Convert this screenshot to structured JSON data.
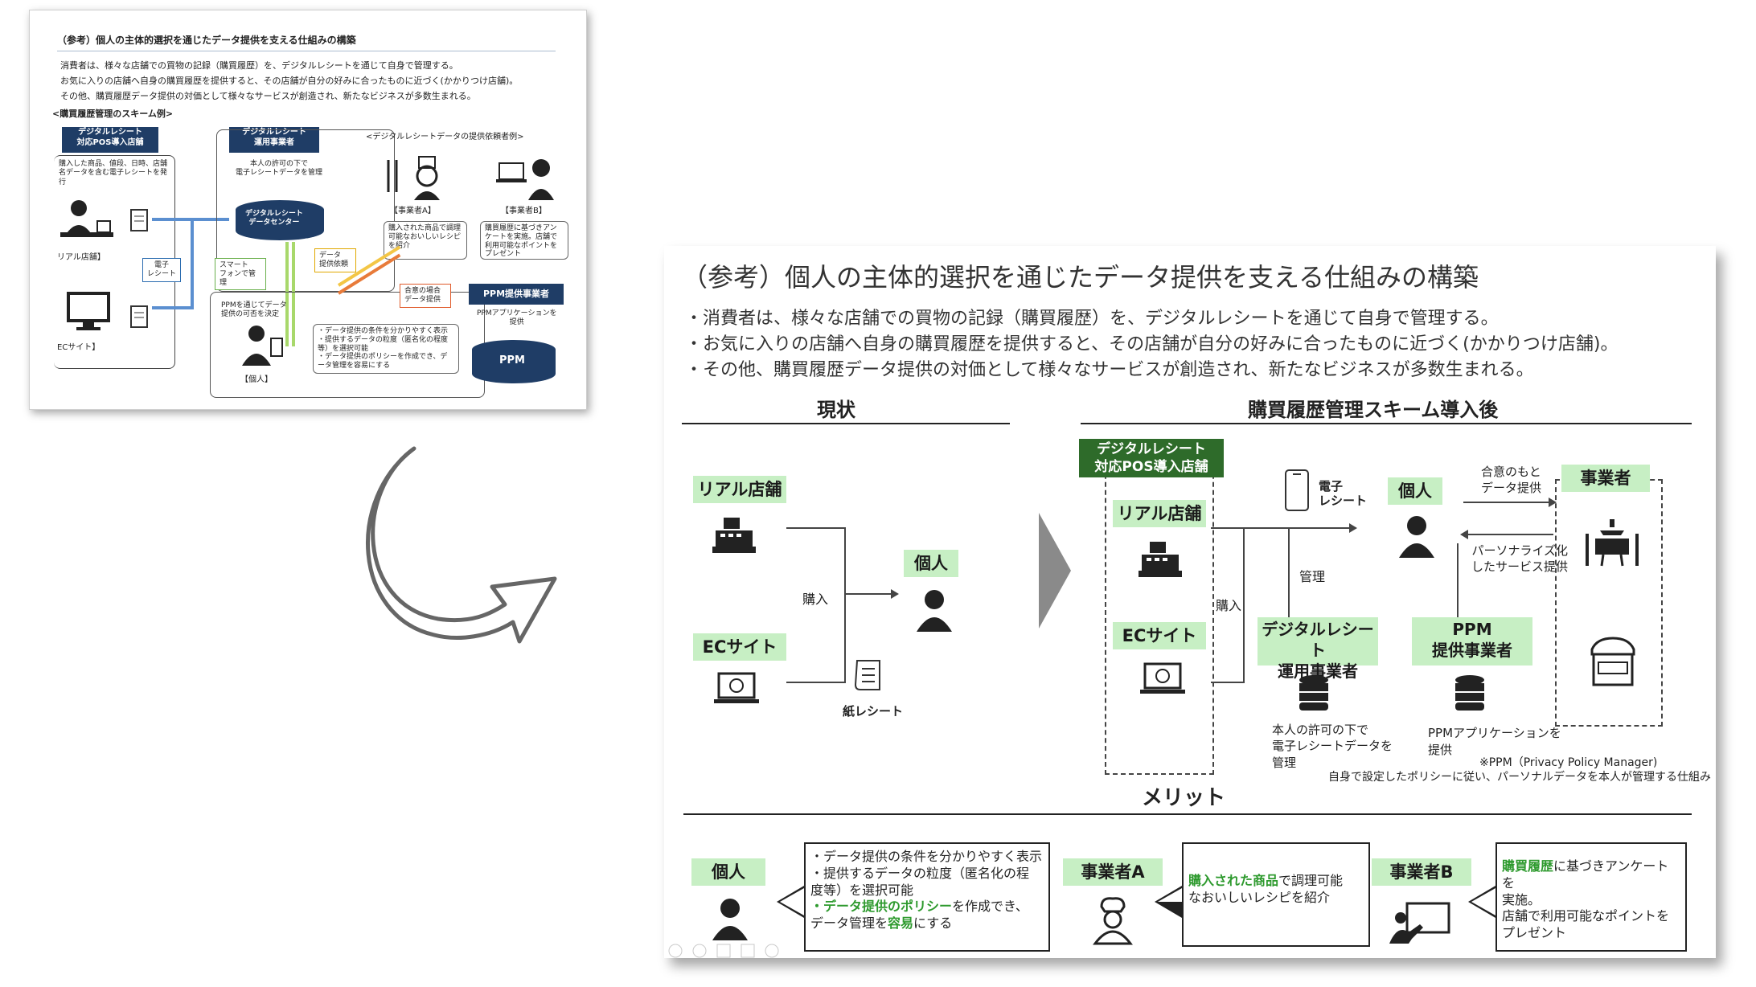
{
  "thumbnail": {
    "title": "（参考）個人の主体的選択を通じたデータ提供を支える仕組みの構築",
    "bullets": [
      "消費者は、様々な店舗での買物の記録（購買履歴）を、デジタルレシートを通じて自身で管理する。",
      "お気に入りの店舗へ自身の購買履歴を提供すると、その店舗が自分の好みに合ったものに近づく(かかりつけ店舗)。",
      "その他、購買履歴データ提供の対価として様々なサービスが創造され、新たなビジネスが多数生まれる。"
    ],
    "scheme_label": "<購買履歴管理のスキーム例>",
    "pos_store": "デジタルレシート\n対応POS導入店舗",
    "pos_desc": "購入した商品、値段、日時、店舗名データを含む電子レシートを発行",
    "operator": "デジタルレシート\n運用事業者",
    "operator_desc": "本人の許可の下で\n電子レシートデータを管理",
    "datacenter": "デジタルレシート\nデータセンター",
    "request_example": "<デジタルレシートデータの提供依頼者例>",
    "company_a": "【事業者A】",
    "company_b": "【事業者B】",
    "company_a_desc": "購入された商品で調理可能なおいしいレシピを紹介",
    "company_b_desc": "購買履歴に基づきアンケートを実施。店舗で利用可能なポイントをプレゼント",
    "real_store": "リアル店舗】",
    "ec_site": "ECサイト】",
    "e_receipt": "電子\nレシート",
    "smartphone": "スマート\nフォンで管理",
    "data_request": "データ\n提供依頼",
    "consent": "合意の場合\nデータ提供",
    "ppm_operator": "PPM提供事業者",
    "ppm_app": "PPMアプリケーションを\n提供",
    "ppm": "PPM",
    "ppm_desc": "PPMを通じてデータ提供の可否を決定",
    "individual": "【個人】",
    "individual_desc": "・データ提供の条件を分かりやすく表示\n・提供するデータの粒度（匿名化の程度等）を選択可能\n・データ提供のポリシーを作成でき、データ管理を容易にする"
  },
  "slide": {
    "title": "（参考）個人の主体的選択を通じたデータ提供を支える仕組みの構築",
    "bullets": [
      "・消費者は、様々な店舗での買物の記録（購買履歴）を、デジタルレシートを通じて自身で管理する。",
      "・お気に入りの店舗へ自身の購買履歴を提供すると、その店舗が自分の好みに合ったものに近づく(かかりつけ店舗)。",
      "・その他、購買履歴データ提供の対価として様々なサービスが創造され、新たなビジネスが多数生まれる。"
    ],
    "current_heading": "現状",
    "after_heading": "購買履歴管理スキーム導入後",
    "current": {
      "real_store": "リアル店舗",
      "ec_site": "ECサイト",
      "purchase": "購入",
      "individual": "個人",
      "paper_receipt": "紙レシート"
    },
    "after": {
      "pos_store": "デジタルレシート\n対応POS導入店舗",
      "real_store": "リアル店舗",
      "ec_site": "ECサイト",
      "e_receipt": "電子\nレシート",
      "individual": "個人",
      "consent": "合意のもと\nデータ提供",
      "company": "事業者",
      "personalized": "パーソナライズ化\nしたサービス提供",
      "manage": "管理",
      "purchase": "購入",
      "operator": "デジタルレシート\n運用事業者",
      "ppm_operator": "PPM\n提供事業者",
      "operator_desc": "本人の許可の下で\n電子レシートデータを\n管理",
      "ppm_desc": "PPMアプリケーションを\n提供",
      "ppm_note1": "※PPM（Privacy Policy Manager)",
      "ppm_note2": "自身で設定したポリシーに従い、パーソナルデータを本人が管理する仕組み"
    },
    "merit_heading": "メリット",
    "merits": {
      "individual_label": "個人",
      "individual_lines": [
        "・データ提供の条件を分かりやすく表示",
        "・提供するデータの粒度（匿名化の程",
        "度等）を選択可能"
      ],
      "individual_line4_a": "・データ提供のポリシー",
      "individual_line4_b": "を作成でき、",
      "individual_line5_a": "データ管理を",
      "individual_line5_b": "容易",
      "individual_line5_c": "にする",
      "company_a_label": "事業者A",
      "company_a_a": "購入された商品",
      "company_a_b": "で調理可能",
      "company_a_c": "なおいしいレシピを紹介",
      "company_b_label": "事業者B",
      "company_b_a": "購買履歴",
      "company_b_b": "に基づきアンケートを",
      "company_b_c": "実施。",
      "company_b_d": "店舗で利用可能なポイントを",
      "company_b_e": "プレゼント"
    }
  }
}
